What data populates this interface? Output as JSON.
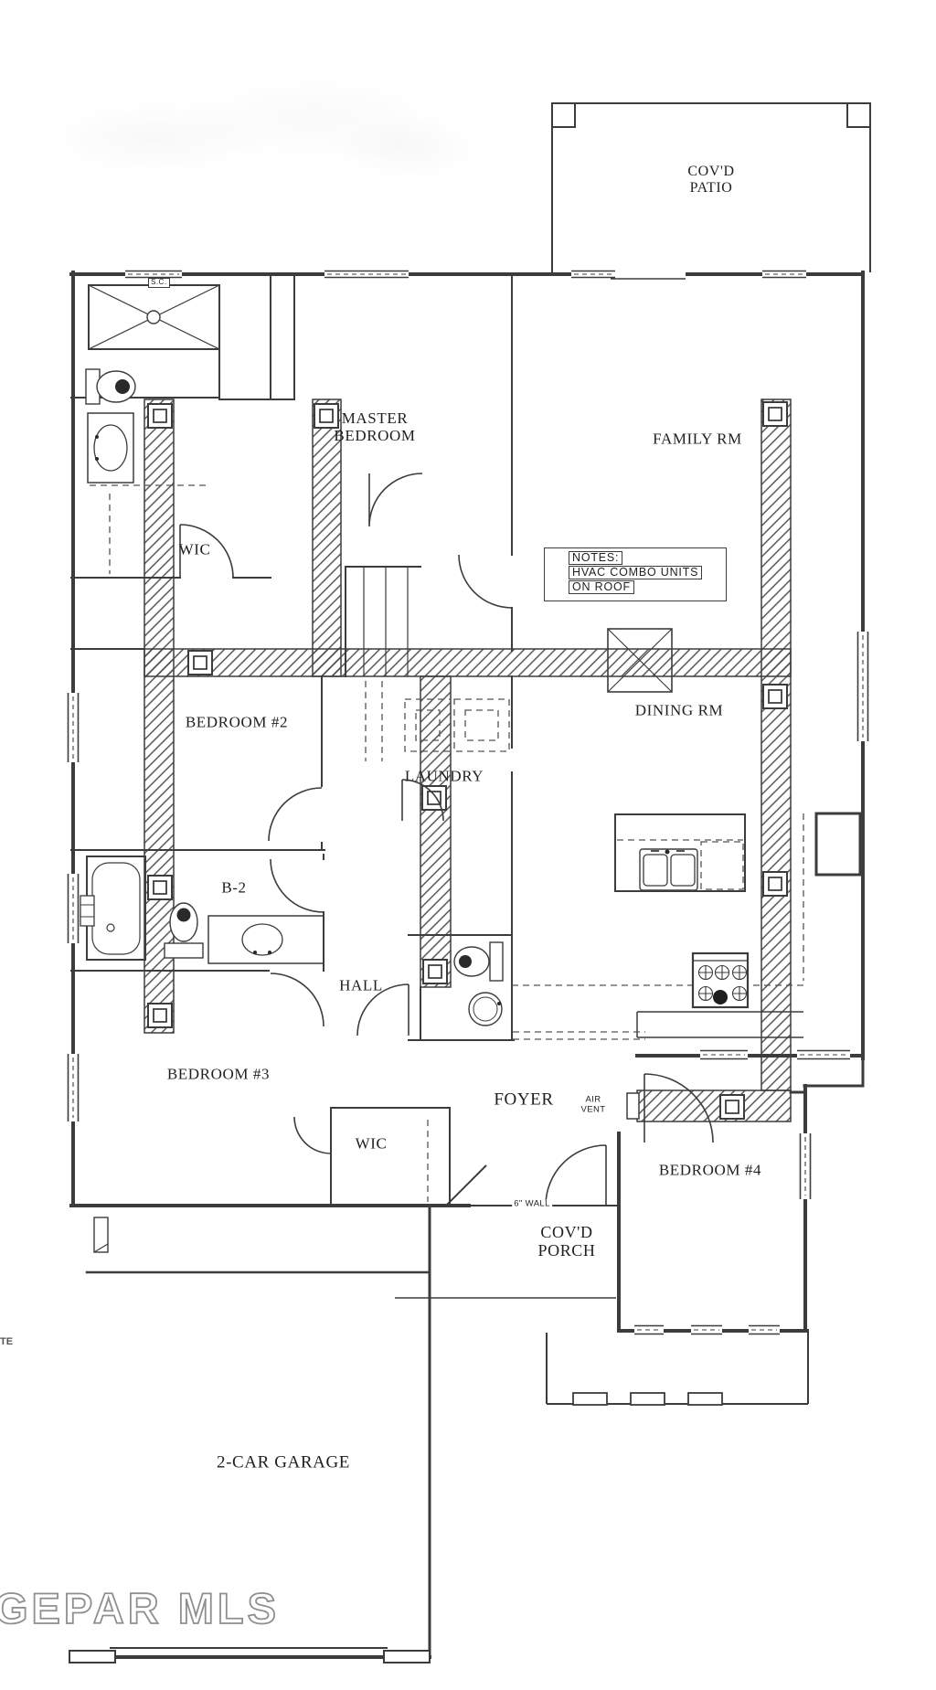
{
  "title": "Residential floor plan drawing",
  "colors": {
    "line": "#3c3c3c",
    "label": "#1f1f1f",
    "watermark_stroke": "#8f8f8f"
  },
  "rooms": {
    "covd_patio": {
      "line1": "COV'D",
      "line2": "PATIO"
    },
    "master_bedroom": {
      "line1": "MASTER",
      "line2": "BEDROOM"
    },
    "family_rm": {
      "label": "FAMILY RM"
    },
    "wic_master": {
      "label": "WIC"
    },
    "bedroom2": {
      "label": "BEDROOM #2"
    },
    "dining_rm": {
      "label": "DINING RM"
    },
    "laundry": {
      "label": "LAUNDRY"
    },
    "b2": {
      "label": "B-2"
    },
    "hall": {
      "label": "HALL"
    },
    "bedroom3": {
      "label": "BEDROOM #3"
    },
    "wic_bedroom3": {
      "label": "WIC"
    },
    "foyer": {
      "label": "FOYER"
    },
    "bedroom4": {
      "label": "BEDROOM #4"
    },
    "covd_porch": {
      "line1": "COV'D",
      "line2": "PORCH"
    },
    "garage": {
      "label": "2-CAR GARAGE"
    }
  },
  "annotations": {
    "notes_title": "NOTES:",
    "notes_line1": "HVAC COMBO UNITS",
    "notes_line2": "ON ROOF",
    "sc": "S.C.",
    "air_vent_line1": "AIR",
    "air_vent_line2": "VENT",
    "six_inch_wall": "6\" WALL",
    "left_edge_text": "TE"
  },
  "watermark": {
    "text": "GEPAR MLS"
  }
}
